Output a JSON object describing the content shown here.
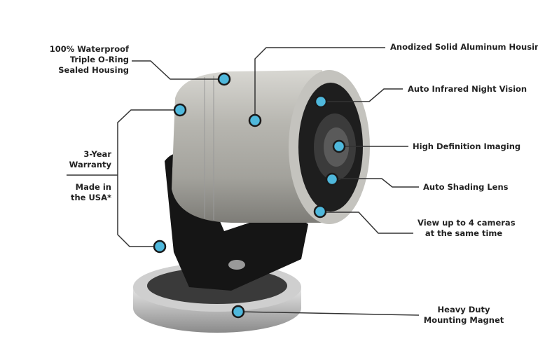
{
  "callouts": {
    "waterproof": [
      "100% Waterproof",
      "Triple O-Ring",
      "Sealed Housing"
    ],
    "warranty": [
      "3-Year",
      "Warranty"
    ],
    "made_in_usa": [
      "Made in",
      "the USA*"
    ],
    "housing": "Anodized Solid Aluminum Housing",
    "infrared": "Auto Infrared Night Vision",
    "hd": "High Definition Imaging",
    "shading": "Auto Shading Lens",
    "cameras": [
      "View up to 4 cameras",
      "at the same time"
    ],
    "magnet": [
      "Heavy Duty",
      "Mounting Magnet"
    ]
  },
  "colors": {
    "dot": "#4fb8dc",
    "line": "#333333",
    "metal": "#b9b8b3",
    "bracket": "#151515"
  }
}
